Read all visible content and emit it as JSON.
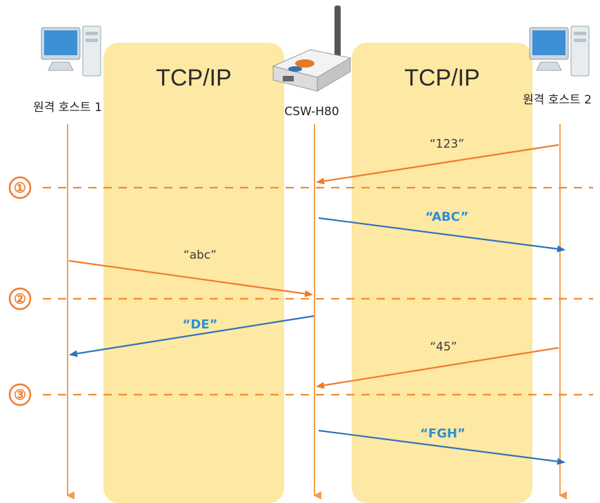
{
  "bands": [
    {
      "id": "left",
      "label": "TCP/IP"
    },
    {
      "id": "right",
      "label": "TCP/IP"
    }
  ],
  "hosts": [
    {
      "id": "host1",
      "label": "원격 호스트 1",
      "icon": "computer-icon"
    },
    {
      "id": "device",
      "label": "CSW-H80",
      "icon": "router-icon"
    },
    {
      "id": "host2",
      "label": "원격 호스트 2",
      "icon": "computer-icon"
    }
  ],
  "steps": [
    {
      "num": "①"
    },
    {
      "num": "②"
    },
    {
      "num": "③"
    }
  ],
  "messages": [
    {
      "id": "m1",
      "from": "host2",
      "to": "device",
      "label": "“123”",
      "color": "#f07a2a"
    },
    {
      "id": "m2",
      "from": "device",
      "to": "host2",
      "label": "“ABC”",
      "color": "#2f72b8"
    },
    {
      "id": "m3",
      "from": "host1",
      "to": "device",
      "label": "“abc”",
      "color": "#f07a2a"
    },
    {
      "id": "m4",
      "from": "device",
      "to": "host1",
      "label": "“DE”",
      "color": "#2f72b8"
    },
    {
      "id": "m5",
      "from": "host2",
      "to": "device",
      "label": "“45”",
      "color": "#f07a2a"
    },
    {
      "id": "m6",
      "from": "device",
      "to": "host2",
      "label": "“FGH”",
      "color": "#2f72b8"
    }
  ],
  "colors": {
    "band": "#fde8a4",
    "lifeline": "#f0a04b",
    "step": "#f07a2a",
    "response": "#2f72b8"
  }
}
